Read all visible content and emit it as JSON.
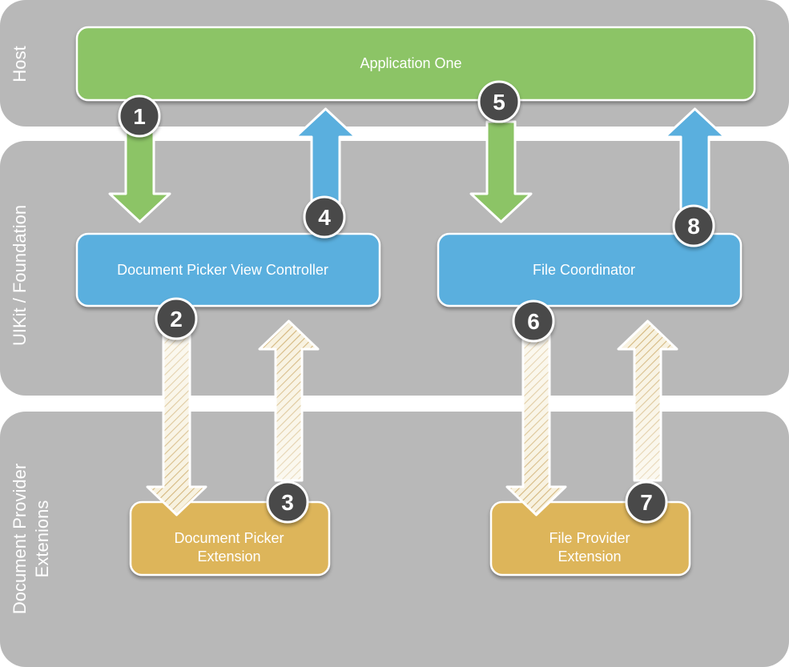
{
  "layers": {
    "host": "Host",
    "uikit": "UIKit / Foundation",
    "provider_line1": "Document Provider",
    "provider_line2": "Extenions"
  },
  "boxes": {
    "app": "Application One",
    "picker_vc": "Document Picker View Controller",
    "file_coordinator": "File Coordinator",
    "picker_ext_line1": "Document Picker",
    "picker_ext_line2": "Extension",
    "provider_ext_line1": "File Provider",
    "provider_ext_line2": "Extension"
  },
  "steps": [
    "1",
    "2",
    "3",
    "4",
    "5",
    "6",
    "7",
    "8"
  ],
  "colors": {
    "layer_bg": "#b8b8b8",
    "host_box": "#8cc466",
    "uikit_box": "#5aafde",
    "provider_box": "#ddb55a",
    "green_arrow": "#8cc466",
    "blue_arrow": "#5aafde",
    "badge": "#4a4a4a"
  }
}
